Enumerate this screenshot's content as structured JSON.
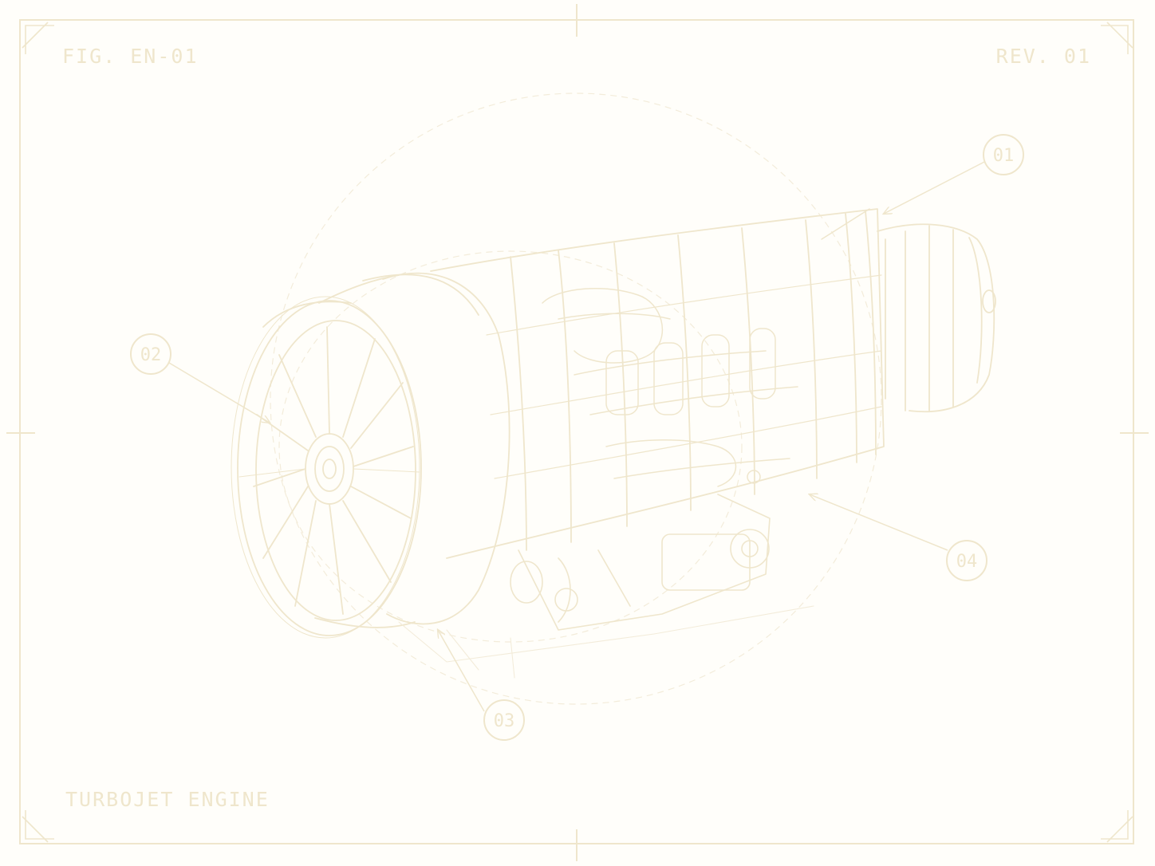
{
  "figure": {
    "id_label": "FIG. EN-01",
    "revision_label": "REV. 01",
    "title": "TURBOJET ENGINE"
  },
  "callouts": [
    {
      "number": "01"
    },
    {
      "number": "02"
    },
    {
      "number": "03"
    },
    {
      "number": "04"
    }
  ],
  "colors": {
    "background": "#fffefa",
    "line": "#efe6cc",
    "line_faint": "#f3ecda"
  }
}
